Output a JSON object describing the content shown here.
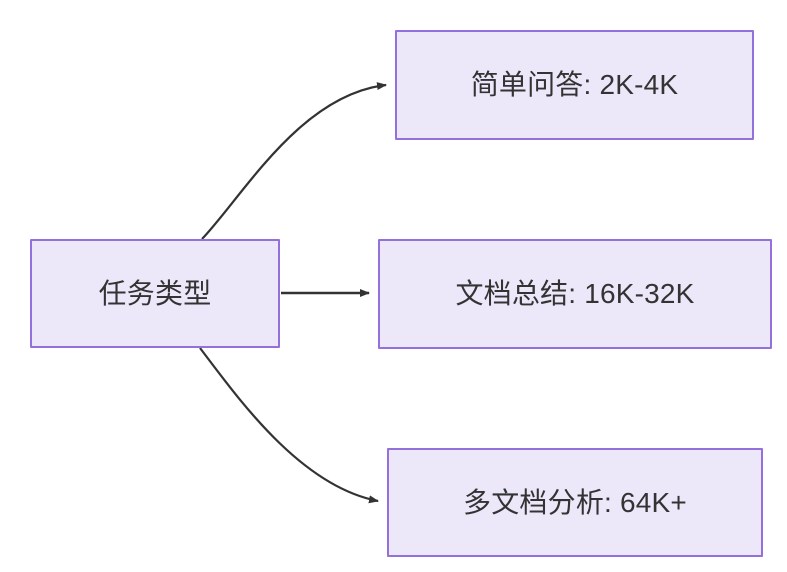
{
  "diagram": {
    "type": "flowchart",
    "direction": "left-to-right",
    "background_color": "#ffffff",
    "node_fill_color": "#ece8fa",
    "node_border_color": "#9370db",
    "node_text_color": "#333333",
    "edge_color": "#333333",
    "nodes": [
      {
        "id": "root",
        "label": "任务类型"
      },
      {
        "id": "simple_qa",
        "label": "简单问答: 2K-4K"
      },
      {
        "id": "doc_summary",
        "label": "文档总结: 16K-32K"
      },
      {
        "id": "multi_doc",
        "label": "多文档分析: 64K+"
      }
    ],
    "edges": [
      {
        "from": "root",
        "to": "simple_qa",
        "style": "curved",
        "arrow": "arrow-head-icon"
      },
      {
        "from": "root",
        "to": "doc_summary",
        "style": "straight",
        "arrow": "arrow-head-icon"
      },
      {
        "from": "root",
        "to": "multi_doc",
        "style": "curved",
        "arrow": "arrow-head-icon"
      }
    ]
  }
}
